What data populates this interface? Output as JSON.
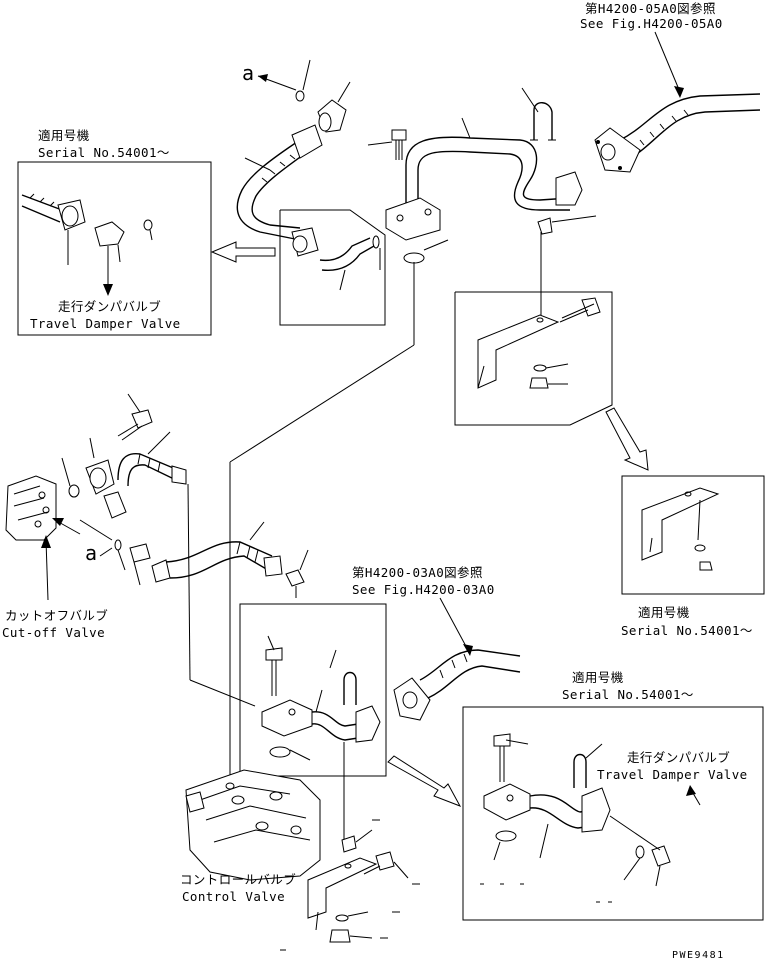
{
  "labels": {
    "ref_top_jp": "第H4200-05A0図参照",
    "ref_top_en": "See Fig.H4200-05A0",
    "ref_mid_jp": "第H4200-03A0図参照",
    "ref_mid_en": "See Fig.H4200-03A0",
    "serial_jp": "適用号機",
    "serial_en": "Serial No.54001～",
    "travel_damper_jp": "走行ダンパバルブ",
    "travel_damper_en": "Travel Damper Valve",
    "cutoff_jp": "カットオフバルブ",
    "cutoff_en": "Cut-off Valve",
    "control_jp": "コントロールバルブ",
    "control_en": "Control Valve",
    "callout_a": "a",
    "drawing_no": "PWE9481"
  }
}
